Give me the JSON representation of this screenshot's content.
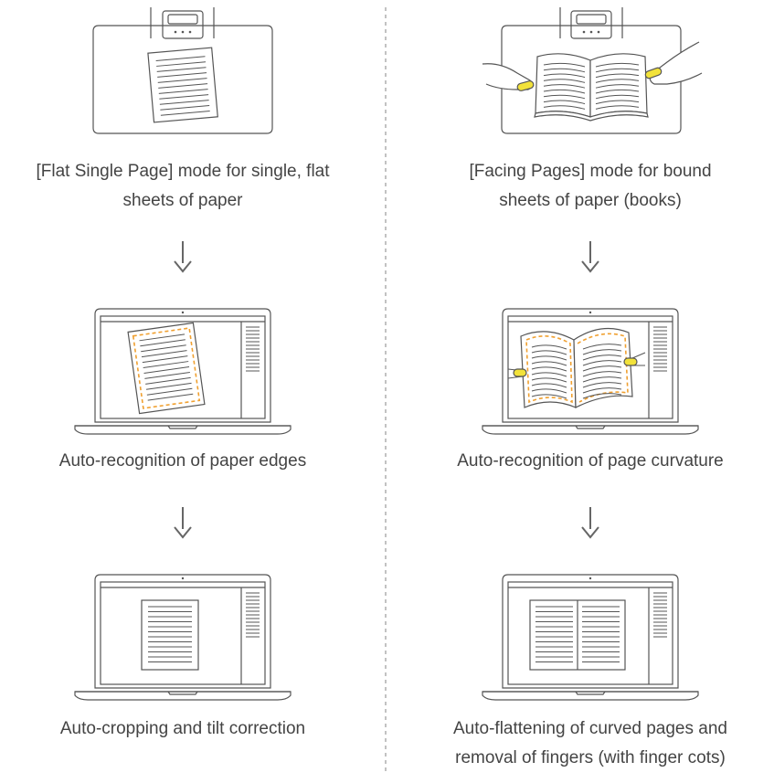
{
  "colors": {
    "line": "#555555",
    "text": "#444444",
    "arrow": "#666666",
    "accent": "#f0a030",
    "finger_cot": "#f2e23a",
    "divider": "#999999"
  },
  "left_column": {
    "step1": {
      "line1": "[Flat Single Page] mode for single, flat",
      "line2": "sheets of paper",
      "icon": "scanner-flat-sheet-icon"
    },
    "step2": {
      "line1": "Auto-recognition of paper edges",
      "icon": "laptop-edge-detection-icon"
    },
    "step3": {
      "line1": "Auto-cropping and tilt correction",
      "icon": "laptop-cropped-page-icon"
    }
  },
  "right_column": {
    "step1": {
      "line1": "[Facing Pages] mode for bound",
      "line2": "sheets of paper (books)",
      "icon": "scanner-open-book-icon"
    },
    "step2": {
      "line1": "Auto-recognition of page curvature",
      "icon": "laptop-curvature-detection-icon"
    },
    "step3": {
      "line1": "Auto-flattening of curved pages and",
      "line2": "removal of fingers (with finger cots)",
      "icon": "laptop-flattened-book-icon"
    }
  }
}
